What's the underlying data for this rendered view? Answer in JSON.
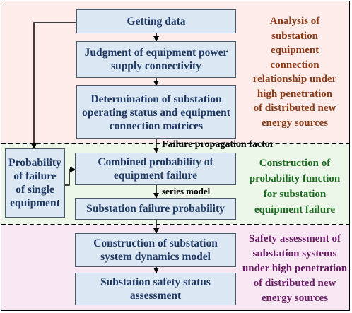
{
  "colors": {
    "band_top": "#fdecea",
    "band_middle": "#ecf7ea",
    "band_bottom": "#f7e8f3",
    "box_fill": "#dbe8f4",
    "box_text": "#1f3864",
    "label_top": "#8b3a16",
    "label_middle": "#1d6b22",
    "label_bottom": "#6b1a66"
  },
  "nodes": {
    "getting_data": "Getting data",
    "judgment": [
      "Judgment of equipment power",
      "supply connectivity"
    ],
    "determination": [
      "Determination of substation",
      "operating status and equipment",
      "connection matrices"
    ],
    "combined": [
      "Combined probability of",
      "equipment failure"
    ],
    "substation_failure": "Substation failure probability",
    "single_equipment": [
      "Probability",
      "of failure",
      "of single",
      "equipment"
    ],
    "dynamics": [
      "Construction of substation",
      "system dynamics model"
    ],
    "safety_status": [
      "Substation safety status",
      "assessment"
    ]
  },
  "edge_labels": {
    "propagation": "Failure propagation factor",
    "series": "series model"
  },
  "side_labels": {
    "top": [
      "Analysis of",
      "substation",
      "equipment",
      "connection",
      "relationship under",
      "high penetration",
      "of distributed new",
      "energy sources"
    ],
    "middle": [
      "Construction of",
      "probability function",
      "for substation",
      "equipment failure"
    ],
    "bottom": [
      "Safety assessment of",
      "substation systems",
      "under high penetration",
      "of distributed new",
      "energy sources"
    ]
  }
}
